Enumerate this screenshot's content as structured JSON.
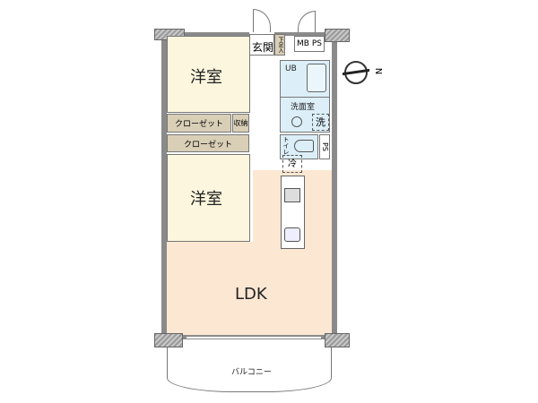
{
  "rooms": {
    "western1": "洋室",
    "western2": "洋室",
    "closet1": "クローゼット",
    "storage": "収納",
    "closet2": "クローゼット",
    "ldk": "LDK",
    "entrance": "玄関",
    "shoe": "下足入",
    "mbps": "MB PS",
    "ub": "UB",
    "washroom": "洗面室",
    "washer": "洗",
    "toilet": "トイレ",
    "ps": "PS",
    "fridge": "冷",
    "balcony": "バルコニー"
  },
  "compass": {
    "label": "N",
    "icon": "compass-icon"
  },
  "colors": {
    "western": "#fbf6dd",
    "ldk": "#fce7d3",
    "closet": "#d9cfb7",
    "wet": "#dceff9",
    "wall": "#8a8a8a"
  }
}
